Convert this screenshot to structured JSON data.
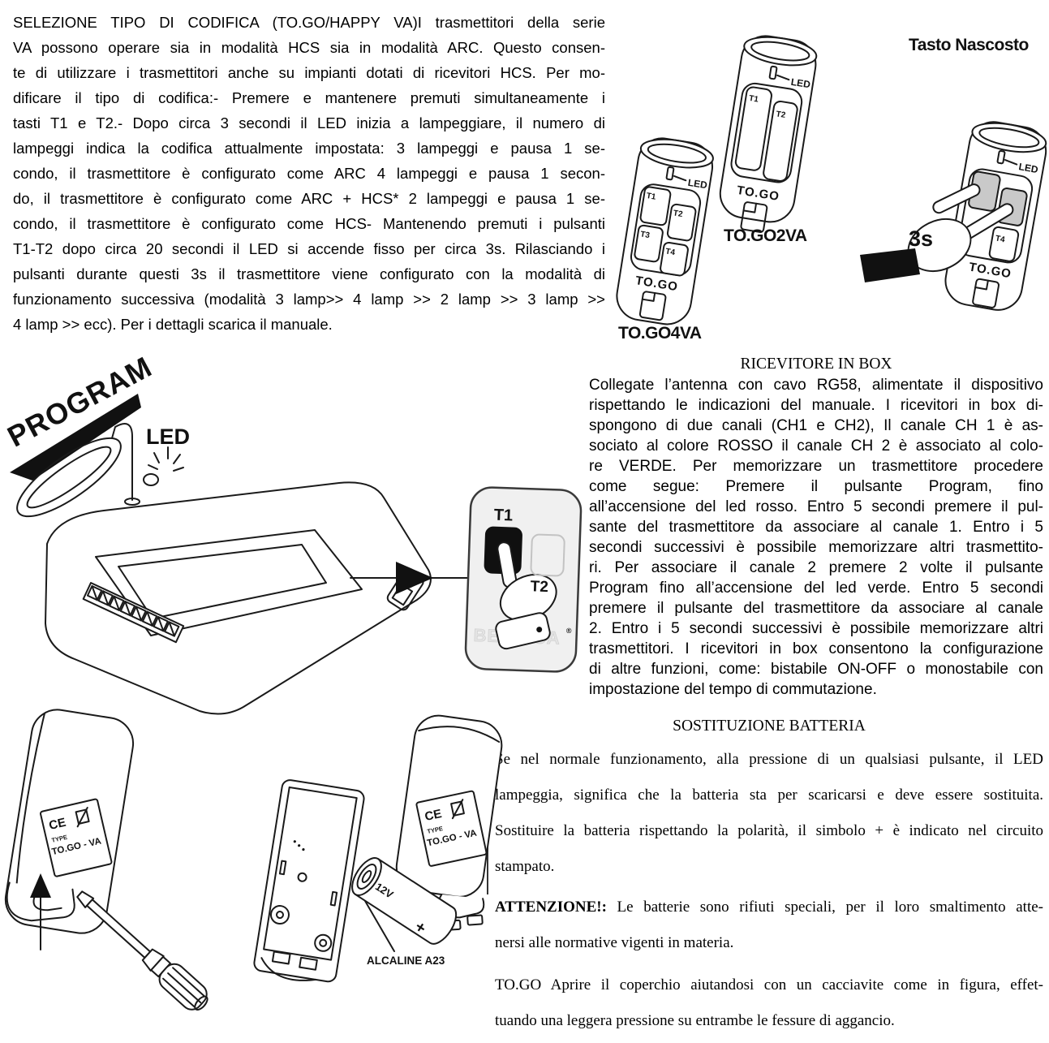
{
  "colors": {
    "ink": "#1a1a1a",
    "panel_gray": "#f0f0f0",
    "button_black": "#101010",
    "pressed_button_gray": "#c9c9c9",
    "watermark_gray": "#e4e4e4"
  },
  "sections": {
    "codifica": {
      "lines": [
        "SELEZIONE TIPO DI CODIFICA (TO.GO/HAPPY VA)I trasmettitori della serie",
        "VA possono operare sia in modalità HCS sia in modalità ARC. Questo consen-",
        "te di utilizzare i trasmettitori anche su impianti dotati di ricevitori HCS. Per mo-",
        "dificare il tipo di codifica:- Premere e mantenere premuti simultaneamente i",
        "tasti T1 e T2.- Dopo circa 3 secondi il LED inizia a lampeggiare, il numero di",
        "lampeggi indica la codifica attualmente impostata: 3 lampeggi e pausa 1 se-",
        "condo, il trasmettitore è configurato come ARC 4 lampeggi e pausa 1 secon-",
        "do, il trasmettitore è configurato come ARC + HCS* 2 lampeggi e pausa 1 se-",
        "condo, il trasmettitore è configurato come HCS- Mantenendo premuti i pulsanti",
        "T1-T2 dopo circa 20 secondi il LED si accende fisso per circa 3s. Rilasciando i",
        "pulsanti durante questi 3s il trasmettitore viene configurato con la modalità di",
        "funzionamento successiva (modalità 3 lamp>> 4 lamp >> 2 lamp >> 3 lamp >>",
        "4 lamp >> ecc). Per i dettagli scarica il manuale."
      ]
    },
    "ricevitore": {
      "heading": "RICEVITORE IN BOX",
      "lines": [
        "Collegate l’antenna con cavo RG58, alimentate il dispositivo",
        "rispettando le indicazioni del manuale. I ricevitori in box di-",
        "spongono di due canali (CH1 e CH2), Il canale CH 1 è as-",
        "sociato al colore ROSSO il canale CH 2 è associato al colo-",
        "re VERDE. Per memorizzare un trasmettitore procedere",
        "come segue: Premere il pulsante Program, fino",
        "all’accensione del led rosso. Entro 5 secondi premere il pul-",
        "sante del trasmettitore da associare al canale 1. Entro i 5",
        "secondi successivi è possibile memorizzare altri trasmettito-",
        "ri. Per associare il canale 2 premere 2 volte il pulsante",
        "Program fino all’accensione del led verde. Entro 5 secondi",
        "premere il pulsante del trasmettitore da associare al canale",
        "2. Entro i 5 secondi successivi è possibile memorizzare altri",
        "trasmettitori. I ricevitori in box consentono la configurazione",
        "di altre funzioni, come: bistabile ON-OFF o monostabile con",
        "impostazione del tempo di commutazione."
      ]
    },
    "batteria": {
      "heading": "SOSTITUZIONE BATTERIA",
      "para1_lines": [
        "Se nel normale funzionamento, alla pressione di un qualsiasi pulsante, il LED",
        "lampeggia, significa che la batteria sta per scaricarsi e deve essere sostituita.",
        "Sostituire la batteria rispettando la polarità, il simbolo + è indicato nel circuito",
        "stampato."
      ],
      "attenzione_bold": "ATTENZIONE!:",
      "attenzione_rest": " Le batterie sono rifiuti speciali, per il loro smaltimento atte-",
      "attenzione_line2": "nersi alle normative vigenti in materia.",
      "togo_lines": [
        "TO.GO Aprire il coperchio aiutandosi con un cacciavite come in figura, effet-",
        "tuando una leggera pressione su entrambe le fessure di aggancio."
      ]
    }
  },
  "figures": {
    "transmitters": {
      "hidden_button_title": "Tasto Nascosto",
      "model_2ch": "TO.GO2VA",
      "model_4ch": "TO.GO4VA",
      "led": "LED",
      "hold_time": "3s",
      "t1": "T1",
      "t2": "T2",
      "t3": "T3",
      "t4": "T4",
      "brand": "TO.GO"
    },
    "receiver": {
      "program": "PROGRAM",
      "led": "LED",
      "t1": "T1",
      "t2": "T2",
      "watermark": "BENINCA",
      "registered": "®"
    },
    "battery": {
      "voltage": "12V",
      "plus": "+",
      "type_label": "ALCALINE A23",
      "ce": "CE",
      "type_word": "TYPE",
      "model_back": "TO.GO - VA"
    }
  }
}
